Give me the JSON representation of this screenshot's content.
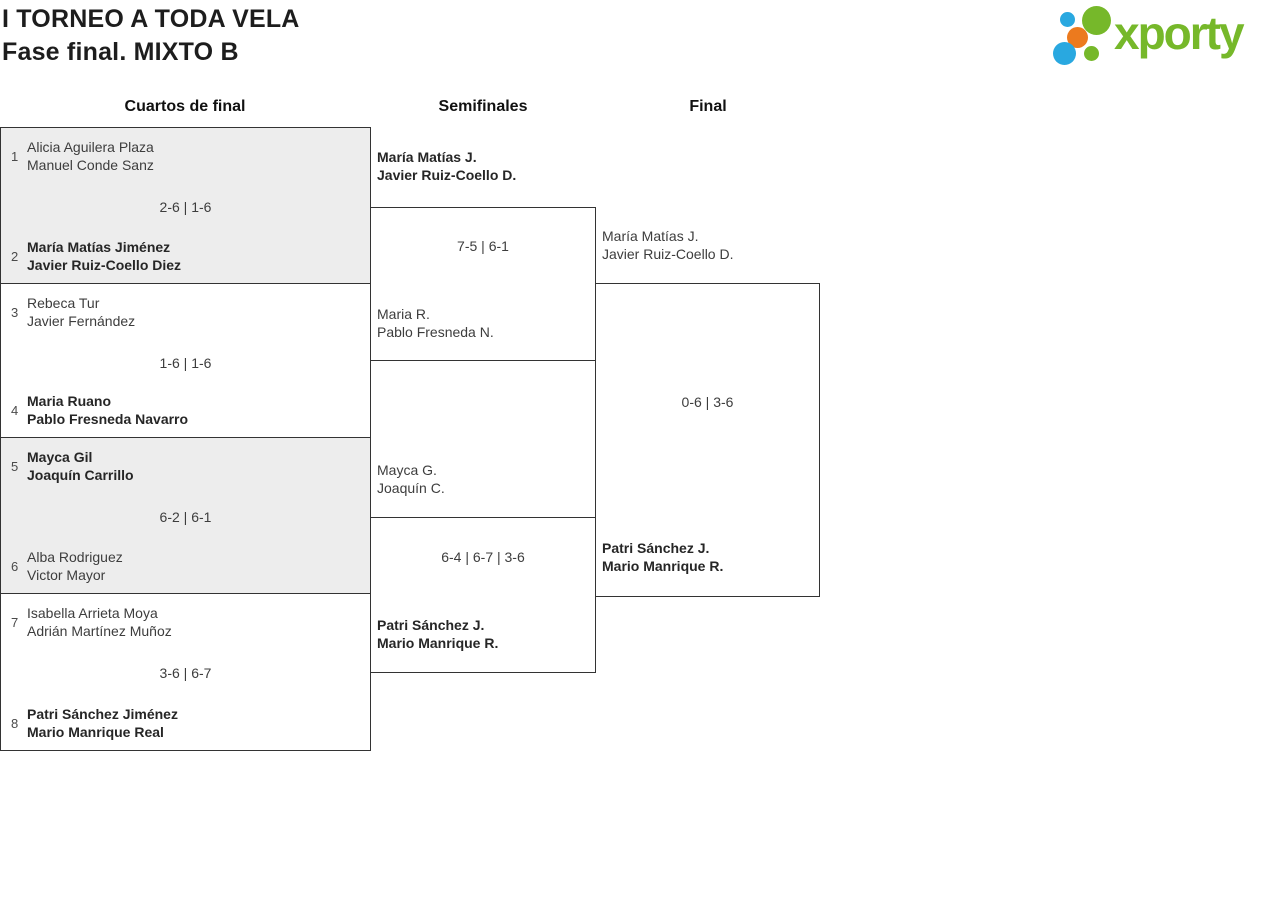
{
  "title": {
    "line1": "I TORNEO A TODA VELA",
    "line2": "Fase final. MIXTO B"
  },
  "logo": {
    "wordmark": "xporty",
    "colors": {
      "green": "#76b82a",
      "blue": "#29a8e0",
      "orange": "#ec7a1e"
    }
  },
  "round_headers": {
    "quarterfinals": "Cuartos de final",
    "semifinals": "Semifinales",
    "final": "Final"
  },
  "colors": {
    "box_border": "#333333",
    "box_fill_alt": "#ededed",
    "text": "#3d3d3d"
  },
  "quarterfinals": [
    {
      "seed_top": "1",
      "team_top_line1": "Alicia Aguilera Plaza",
      "team_top_line2": "Manuel Conde Sanz",
      "score": "2-6 | 1-6",
      "seed_bottom": "2",
      "team_bottom_line1": "María Matías Jiménez",
      "team_bottom_line2": "Javier Ruiz-Coello Diez",
      "winner": "bottom"
    },
    {
      "seed_top": "3",
      "team_top_line1": "Rebeca Tur",
      "team_top_line2": "Javier Fernández",
      "score": "1-6 | 1-6",
      "seed_bottom": "4",
      "team_bottom_line1": "Maria Ruano",
      "team_bottom_line2": "Pablo Fresneda Navarro",
      "winner": "bottom"
    },
    {
      "seed_top": "5",
      "team_top_line1": "Mayca Gil",
      "team_top_line2": "Joaquín Carrillo",
      "score": "6-2 | 6-1",
      "seed_bottom": "6",
      "team_bottom_line1": "Alba Rodriguez",
      "team_bottom_line2": "Victor Mayor",
      "winner": "top"
    },
    {
      "seed_top": "7",
      "team_top_line1": "Isabella Arrieta Moya",
      "team_top_line2": "Adrián Martínez Muñoz",
      "score": "3-6 | 6-7",
      "seed_bottom": "8",
      "team_bottom_line1": "Patri Sánchez Jiménez",
      "team_bottom_line2": "Mario Manrique Real",
      "winner": "bottom"
    }
  ],
  "semifinals": [
    {
      "team_top_line1": "María Matías J.",
      "team_top_line2": "Javier Ruiz-Coello D.",
      "score": "7-5 | 6-1",
      "team_bottom_line1": "Maria R.",
      "team_bottom_line2": "Pablo Fresneda N.",
      "winner": "top"
    },
    {
      "team_top_line1": "Mayca G.",
      "team_top_line2": "Joaquín C.",
      "score": "6-4 | 6-7 | 3-6",
      "team_bottom_line1": "Patri Sánchez J.",
      "team_bottom_line2": "Mario Manrique R.",
      "winner": "bottom"
    }
  ],
  "final": {
    "team_top_line1": "María Matías J.",
    "team_top_line2": "Javier Ruiz-Coello D.",
    "score": "0-6 | 3-6",
    "team_bottom_line1": "Patri Sánchez J.",
    "team_bottom_line2": "Mario Manrique R.",
    "winner": "bottom"
  }
}
